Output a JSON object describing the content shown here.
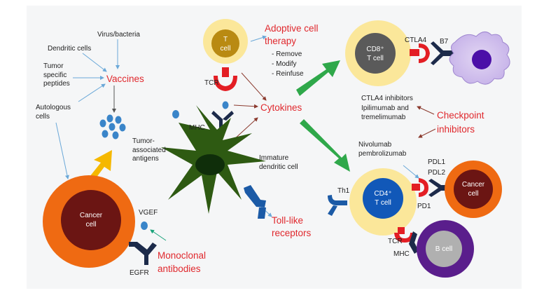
{
  "colors": {
    "red_label": "#e0282d",
    "receptor_navy": "#1c2a4a",
    "receptor_red": "#e31e24",
    "arrow_blue": "#6aa8d8",
    "arrow_brown": "#8b3a2e",
    "arrow_teal": "#1aa37a",
    "green_arrow": "#2fa84a",
    "yellow_arrow": "#f5b800",
    "cell_yellow": "#fbe79a",
    "cancer_orange": "#ef6a12",
    "cancer_core": "#6b1513",
    "b_cell_purple": "#5a1e8c",
    "dendritic_green": "#2e5a12",
    "antigen_blue": "#3a85c9"
  },
  "vaccines": {
    "label": "Vaccines",
    "sources": [
      "Virus/bacteria",
      "Dendritic cells",
      "Tumor\nspecific\npeptides",
      "Autologous\ncells"
    ]
  },
  "tumor_antigens": {
    "label": "Tumor-\nassociated\nantigens"
  },
  "t_cell": {
    "label": "T\ncell"
  },
  "adoptive": {
    "title": "Adoptive cell\ntherapy",
    "steps": [
      "- Remove",
      "- Modify",
      "- Reinfuse"
    ]
  },
  "tcr_top": "TCR",
  "mhc_left": "MHC",
  "cytokines": "Cytokines",
  "immature_dc": "Immature\ndendritic cell",
  "cd8": {
    "label": "CD8⁺\nT cell"
  },
  "ctla4": "CTLA4",
  "b7": "B7",
  "ctla4_inhibitors": "CTLA4 inhibitors\nIpilimumab and\ntremelimumab",
  "checkpoint": "Checkpoint\ninhibitors",
  "pd1_drugs": "Nivolumab\npembrolizumab",
  "pdl1": "PDL1",
  "pdl2": "PDL2",
  "pd1": "PD1",
  "cancer_cell_right": "Cancer\ncell",
  "cd4": {
    "label": "CD4⁺\nT cell"
  },
  "th1": "Th1",
  "tcr_bottom": "TCR",
  "mhc_bottom": "MHC",
  "b_cell": "B cell",
  "toll_like": "Toll-like\nreceptors",
  "cancer_cell_left": "Cancer\ncell",
  "vgef": "VGEF",
  "egfr": "EGFR",
  "monoclonal": "Monoclonal\nantibodies"
}
